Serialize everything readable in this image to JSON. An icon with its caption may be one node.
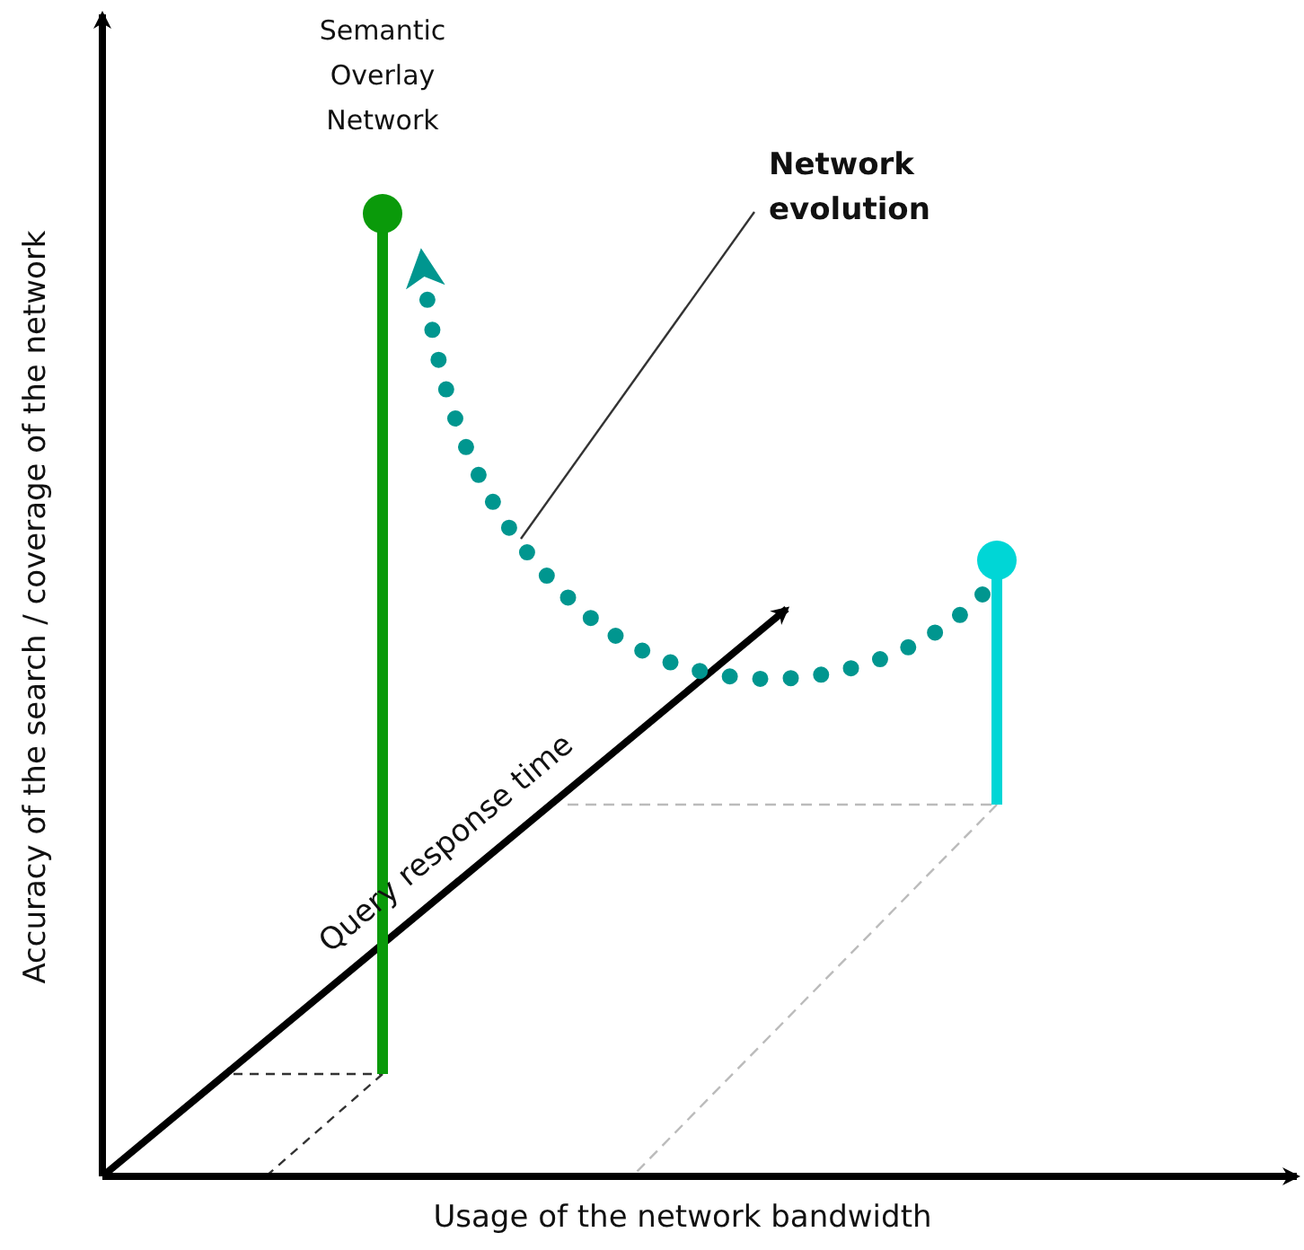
{
  "diagram": {
    "nodes": [
      {
        "text": [
          "Semantic Overlay Network"
        ]
      },
      {
        "text": [],
        "shape": "bar"
      },
      {
        "text": [
          "Network evolution"
        ]
      }
    ],
    "edges": [
      {
        "from": 1,
        "to": 0,
        "arrow": "to",
        "style": "dashed",
        "color": "#00968f"
      },
      {
        "from": 2,
        "to": null,
        "arrow": "none",
        "color": "#333333"
      }
    ],
    "labels": [
      "Accuracy of the search / coverage of the network",
      "Usage of the network bandwidth",
      "Query response time"
    ]
  }
}
